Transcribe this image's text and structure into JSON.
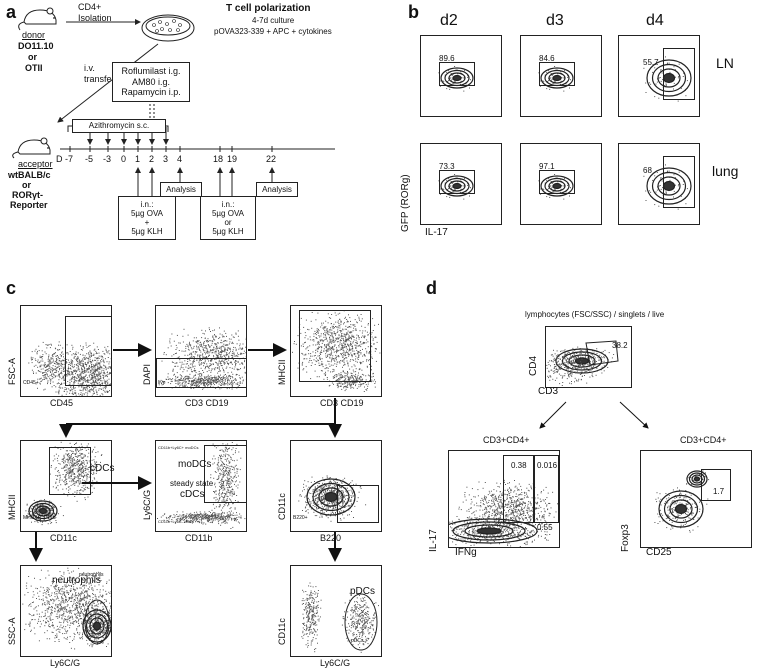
{
  "panels": {
    "a": "a",
    "b": "b",
    "c": "c",
    "d": "d"
  },
  "a": {
    "donor_label": "donor",
    "donor_strains": [
      "DO11.10",
      "or",
      "OTII"
    ],
    "cd4_isolation": [
      "CD4+",
      "Isolation"
    ],
    "polarization_title": "T cell polarization",
    "polarization_lines": [
      "4-7d culture",
      "pOVA323-339 + APC + cytokines"
    ],
    "iv_transfer": [
      "i.v.",
      "transfer"
    ],
    "drugs": [
      "Roflumilast i.g.",
      "AM80 i.g.",
      "Rapamycin i.p."
    ],
    "azithro": "Azithromycin s.c.",
    "acceptor_label": "acceptor",
    "acceptor_strains": [
      "wtBALB/c",
      "or",
      "RORγt-",
      "Reporter"
    ],
    "timeline_d": "D",
    "days": [
      "-7",
      "-5",
      "-3",
      "0",
      "1",
      "2",
      "3",
      "4",
      "18",
      "19",
      "22"
    ],
    "in1": [
      "i.n.:",
      "5µg OVA",
      "+",
      "5µg KLH"
    ],
    "analysis1": "Analysis",
    "in2": [
      "i.n.:",
      "5µg OVA",
      "or",
      "5µg KLH"
    ],
    "analysis2": "Analysis"
  },
  "b": {
    "cols": [
      "d2",
      "d3",
      "d4"
    ],
    "rows": [
      "LN",
      "lung"
    ],
    "values": [
      [
        "89.6",
        "84.6",
        "55.7"
      ],
      [
        "73.3",
        "97.1",
        "68"
      ]
    ],
    "ylabel": "GFP (RORg)",
    "xlabel": "IL-17"
  },
  "c": {
    "p1": {
      "x": "CD45",
      "y": "FSC-A",
      "note": "CD45+"
    },
    "p2": {
      "x": "CD3 CD19",
      "y": "DAPI",
      "note": "live"
    },
    "p3": {
      "x": "CD3 CD19",
      "y": "MHCII"
    },
    "p4": {
      "x": "CD11c",
      "y": "MHCII",
      "gate": "cDCs",
      "note": "MHCII+CD11c-"
    },
    "p5": {
      "x": "CD11b",
      "y": "Ly6C/G",
      "mo": "moDCs",
      "ss": "steady state",
      "cd": "cDCs",
      "top": "CD11b+Ly6C+ moDCs",
      "bot": "CD11b+Ly6C- cDCs"
    },
    "p6": {
      "x": "B220",
      "y": "CD11c",
      "note": "B220+"
    },
    "p7": {
      "x": "Ly6C/G",
      "y": "SSC-A",
      "gate": "neutrophils",
      "note": "neutrophils"
    },
    "p8": {
      "x": "Ly6C/G",
      "y": "CD11c",
      "gate": "pDCs",
      "note": "pDCs"
    }
  },
  "d": {
    "title": "lymphocytes (FSC/SSC) / singlets / live",
    "p1": {
      "x": "CD3",
      "y": "CD4",
      "value": "38.2"
    },
    "p2": {
      "title": "CD3+CD4+",
      "x": "IFNg",
      "y": "IL-17",
      "q": [
        "0.38",
        "0.016",
        "0.55"
      ]
    },
    "p3": {
      "title": "CD3+CD4+",
      "x": "CD25",
      "y": "Foxp3",
      "value": "1.7"
    }
  },
  "colors": {
    "ink": "#111111",
    "density": "#444444"
  }
}
